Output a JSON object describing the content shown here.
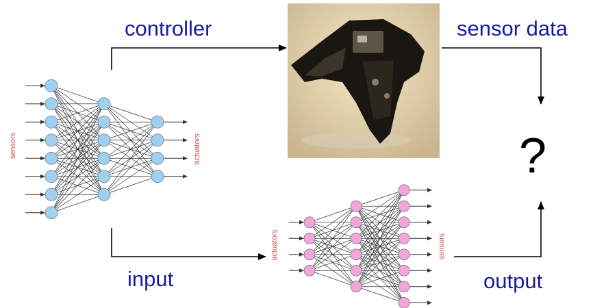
{
  "labels": {
    "controller": "controller",
    "sensor_data": "sensor data",
    "input": "input",
    "output": "output",
    "question": "?"
  },
  "controller_network": {
    "side_left": "sensors",
    "side_right": "actuators",
    "layers": [
      8,
      6,
      4
    ],
    "node_color": "#9fd0f2"
  },
  "model_network": {
    "side_left": "actuators",
    "side_right": "sensors",
    "layers": [
      4,
      6,
      8
    ],
    "node_color": "#f3a6d8"
  },
  "colors": {
    "label_text": "#1a1aa0",
    "side_text": "#d05050",
    "arrow": "#000000"
  }
}
